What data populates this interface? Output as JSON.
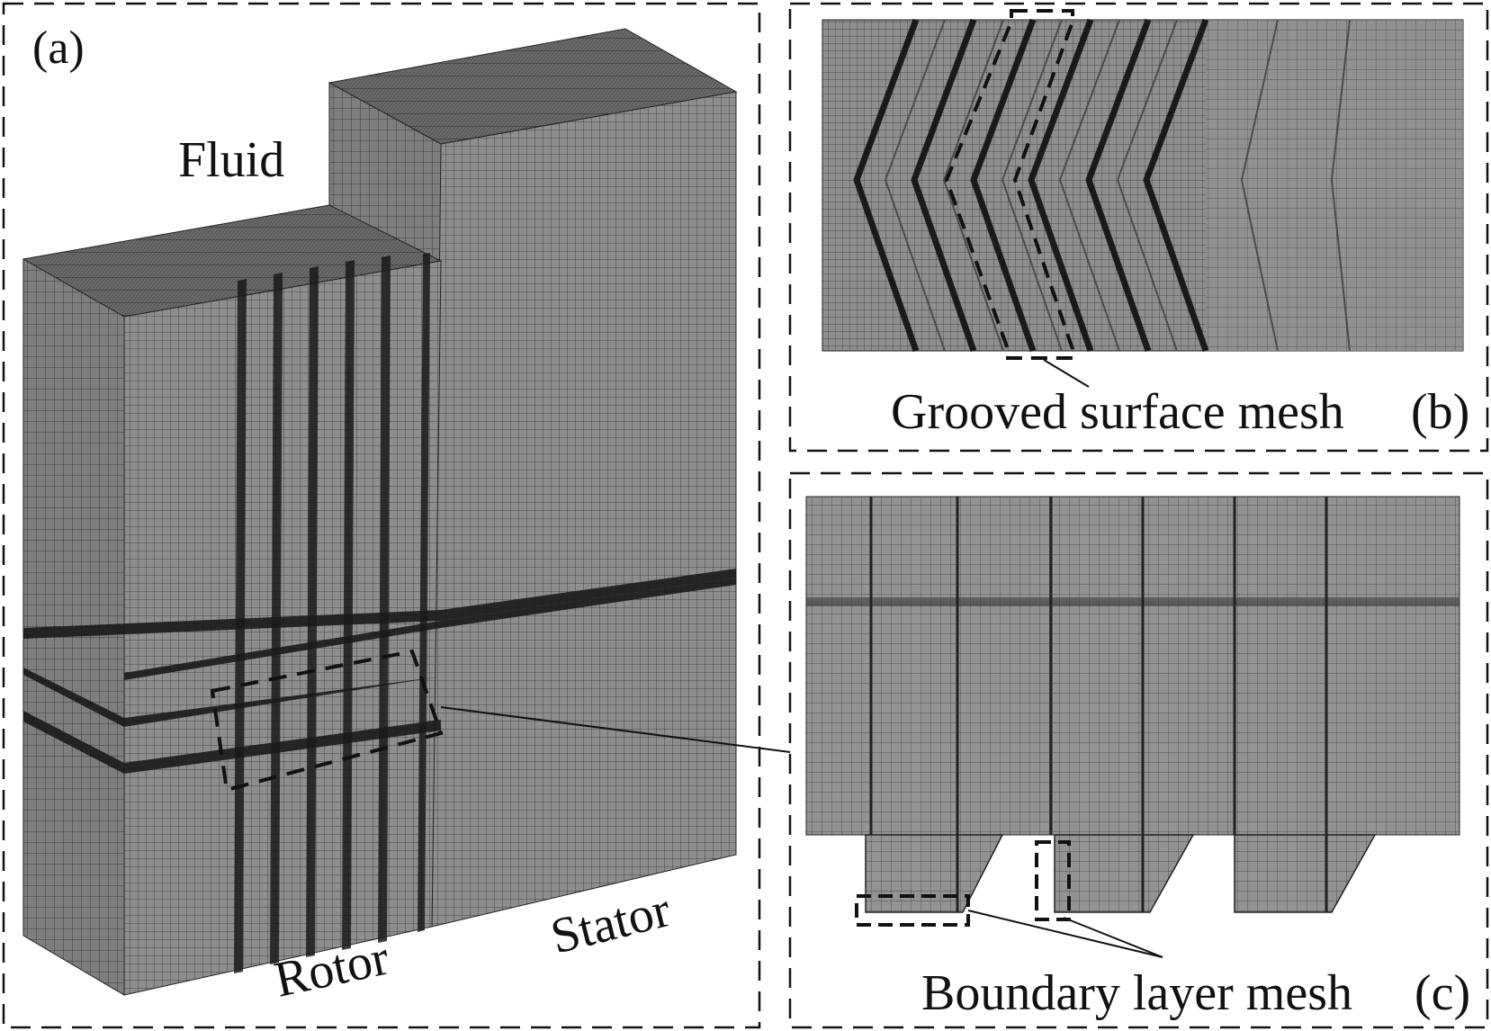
{
  "panel_a": {
    "tag": "(a)",
    "label_fluid": "Fluid",
    "label_rotor": "Rotor",
    "label_stator": "Stator"
  },
  "panel_b": {
    "tag": "(b)",
    "caption": "Grooved surface mesh"
  },
  "panel_c": {
    "tag": "(c)",
    "caption": "Boundary layer mesh"
  },
  "colors": {
    "mesh_face": "#8c8c8c",
    "mesh_face_dark": "#6f6f6f",
    "mesh_line": "#2e2e2e",
    "dense_band": "#1c1c1c",
    "frame_dash": "#111111"
  }
}
